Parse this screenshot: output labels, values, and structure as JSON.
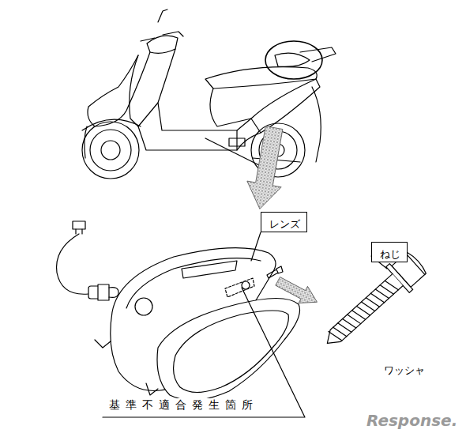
{
  "diagram": {
    "nodes": [
      {
        "text": [
          "レンズ"
        ]
      },
      {
        "text": [
          "ねじ"
        ]
      }
    ],
    "labels": [
      "ワッシャ",
      "基準不適合発生箇所",
      "Response."
    ]
  }
}
